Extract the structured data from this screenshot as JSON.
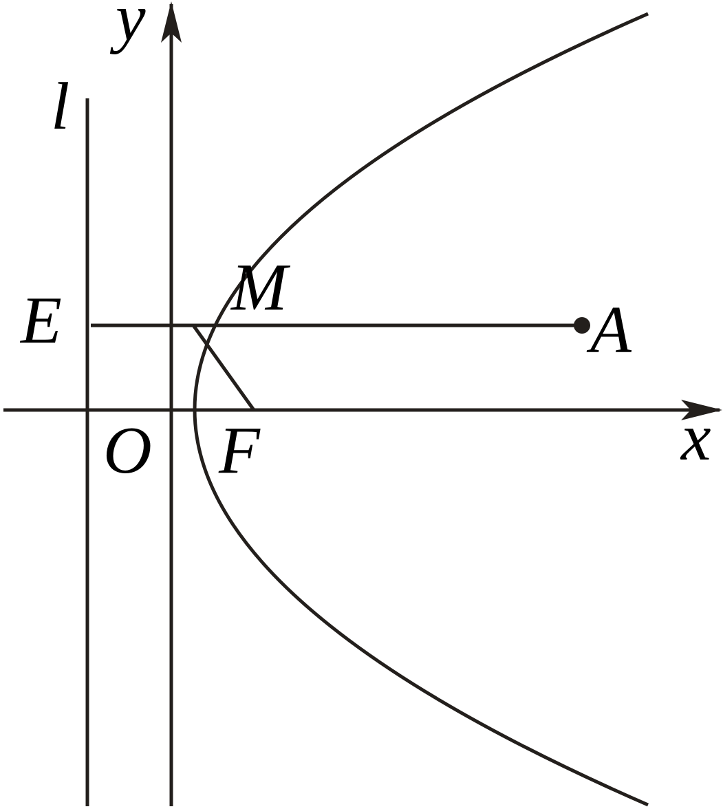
{
  "labels": {
    "y_axis": "y",
    "x_axis": "x",
    "line_l": "l",
    "point_M": "M",
    "point_E": "E",
    "point_A": "A",
    "point_O": "O",
    "point_F": "F"
  },
  "colors": {
    "stroke": "#231f1c",
    "text": "#000000",
    "background": "#ffffff"
  }
}
